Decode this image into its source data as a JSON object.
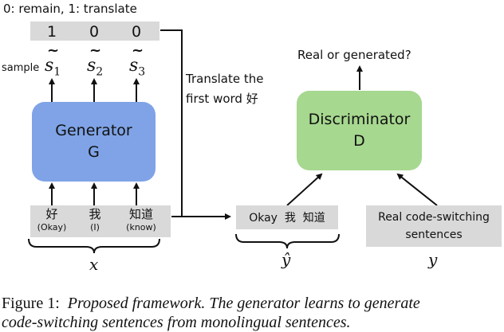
{
  "top_legend": "0: remain, 1: translate",
  "bits": [
    "1",
    "0",
    "0"
  ],
  "sample_label": "sample",
  "s_labels": [
    "s",
    "s",
    "s"
  ],
  "s_subs": [
    "1",
    "2",
    "3"
  ],
  "tilde": "~",
  "translate_note_line1": "Translate the",
  "translate_note_line2": "first word 好",
  "generator": {
    "line1": "Generator",
    "line2": "G"
  },
  "discriminator": {
    "line1": "Discriminator",
    "line2": "D"
  },
  "disc_output": "Real or generated?",
  "input_tokens": [
    {
      "word": "好",
      "gloss": "(Okay)"
    },
    {
      "word": "我",
      "gloss": "(I)"
    },
    {
      "word": "知道",
      "gloss": "(know)"
    }
  ],
  "y_hat_box": "Okay  我  知道",
  "real_box_line1": "Real code-switching",
  "real_box_line2": "sentences",
  "var_x": "x",
  "var_yhat": "ŷ",
  "var_y": "y",
  "caption_label": "Figure 1:",
  "caption_text": "Proposed framework.  The generator learns to generate",
  "caption_text2": "code-switching sentences from monolingual sentences."
}
